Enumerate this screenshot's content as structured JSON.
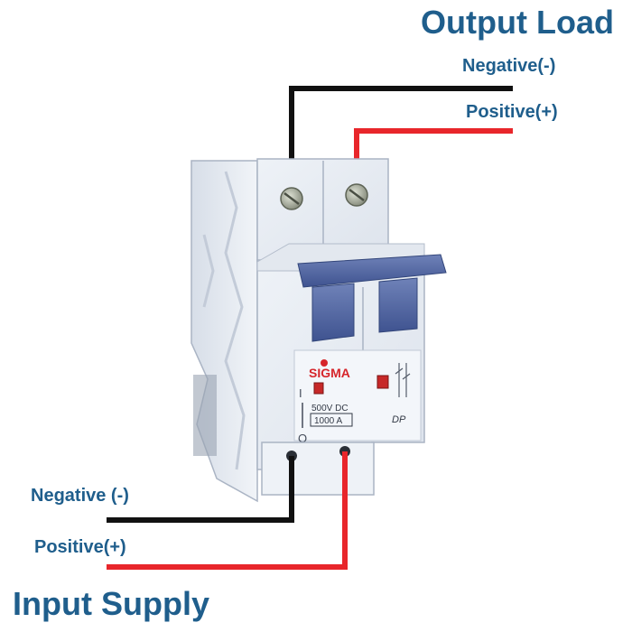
{
  "labels": {
    "output_title": "Output Load",
    "output_negative": "Negative(-)",
    "output_positive": "Positive(+)",
    "input_negative": "Negative (-)",
    "input_positive": "Positive(+)",
    "input_title": "Input Supply"
  },
  "breaker": {
    "brand": "SIGMA",
    "voltage": "500V DC",
    "breaking_capacity": "1000 A",
    "poles": "DP",
    "on_mark": "I",
    "off_mark": "O"
  },
  "colors": {
    "label_text": "#1f5e8c",
    "negative_wire": "#111111",
    "positive_wire": "#e8262b",
    "breaker_body": "#e9eef5",
    "toggle": "#4a5f9a",
    "brand": "#d6252a"
  },
  "icons": [
    "terminal-screw-icon",
    "circuit-symbol-icon"
  ]
}
